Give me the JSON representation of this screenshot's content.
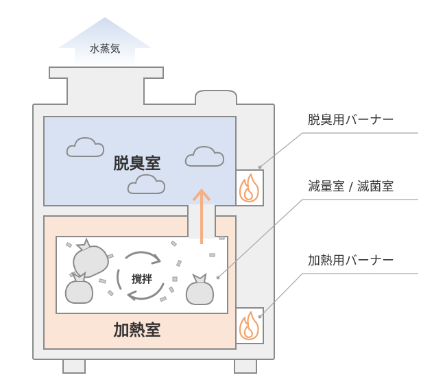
{
  "labels": {
    "steam": "水蒸気",
    "deodorize_room": "脱臭室",
    "heat_room": "加熱室",
    "stir": "撹拌",
    "callout_deodorize_burner": "脱臭用バーナー",
    "callout_reduction_room": "減量室 / 滅菌室",
    "callout_heat_burner": "加熱用バーナー"
  },
  "colors": {
    "wall_fill": "#efefef",
    "wall_stroke": "#8a8a8a",
    "deodorize_fill": "#d9e2f3",
    "heat_fill": "#fbe5d6",
    "flame": "#f4a36b",
    "arrow_up": "#f4b083",
    "steam_arrow": "#dbe6f4",
    "leader": "#a6a6a6",
    "icon_stroke": "#8a8a8a"
  },
  "icons": {
    "clouds": [
      "cloud-icon",
      "cloud-icon",
      "cloud-icon"
    ],
    "burners": [
      "flame-icon",
      "flame-icon"
    ],
    "garbage_bags": [
      "garbage-bag-icon",
      "garbage-bag-icon",
      "garbage-bag-icon"
    ],
    "rotation": "rotate-arrows-icon"
  }
}
